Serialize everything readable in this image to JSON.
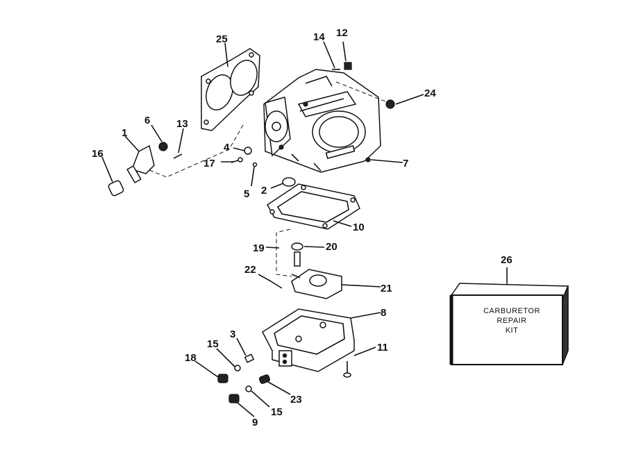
{
  "callouts": [
    {
      "id": "1",
      "text": "1"
    },
    {
      "id": "2",
      "text": "2"
    },
    {
      "id": "3",
      "text": "3"
    },
    {
      "id": "4",
      "text": "4"
    },
    {
      "id": "5",
      "text": "5"
    },
    {
      "id": "6",
      "text": "6"
    },
    {
      "id": "7",
      "text": "7"
    },
    {
      "id": "8",
      "text": "8"
    },
    {
      "id": "9",
      "text": "9"
    },
    {
      "id": "10",
      "text": "10"
    },
    {
      "id": "11",
      "text": "11"
    },
    {
      "id": "12",
      "text": "12"
    },
    {
      "id": "13",
      "text": "13"
    },
    {
      "id": "14",
      "text": "14"
    },
    {
      "id": "15a",
      "text": "15"
    },
    {
      "id": "15b",
      "text": "15"
    },
    {
      "id": "16",
      "text": "16"
    },
    {
      "id": "17",
      "text": "17"
    },
    {
      "id": "18",
      "text": "18"
    },
    {
      "id": "19",
      "text": "19"
    },
    {
      "id": "20",
      "text": "20"
    },
    {
      "id": "21",
      "text": "21"
    },
    {
      "id": "22",
      "text": "22"
    },
    {
      "id": "23",
      "text": "23"
    },
    {
      "id": "24",
      "text": "24"
    },
    {
      "id": "25",
      "text": "25"
    },
    {
      "id": "26",
      "text": "26"
    }
  ],
  "kit": {
    "line1": "CARBURETOR",
    "line2": "REPAIR",
    "line3": "KIT"
  }
}
